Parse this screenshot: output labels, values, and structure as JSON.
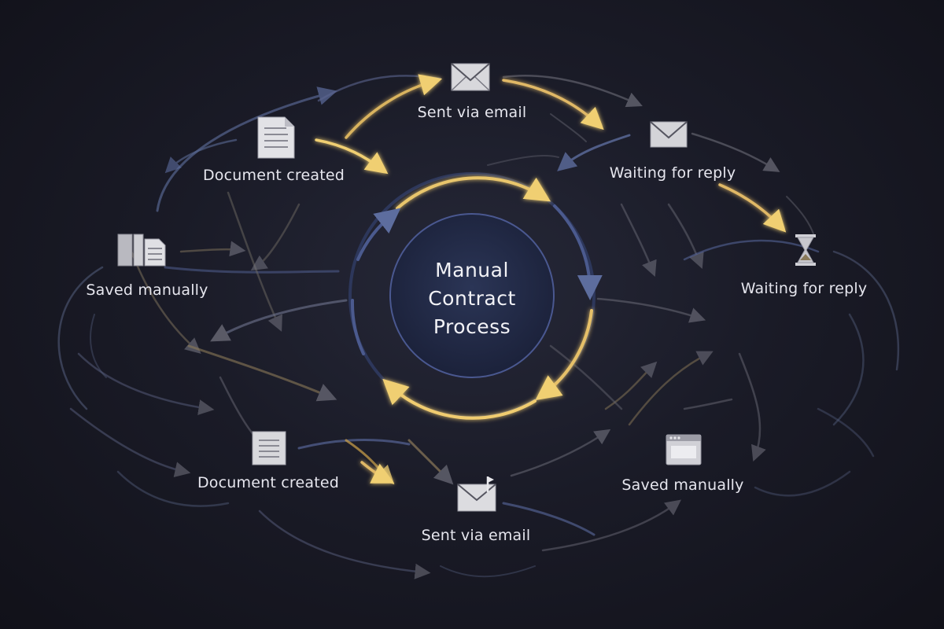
{
  "center": {
    "title_lines": [
      "Manual",
      "Contract",
      "Process"
    ]
  },
  "nodes": [
    {
      "id": "sent-top",
      "label": "Sent via email",
      "icon": "envelope-icon"
    },
    {
      "id": "doc-top",
      "label": "Document created",
      "icon": "document-icon"
    },
    {
      "id": "wait-top",
      "label": "Waiting for reply",
      "icon": "envelope-icon"
    },
    {
      "id": "saved-left",
      "label": "Saved manually",
      "icon": "folder-files-icon"
    },
    {
      "id": "wait-right",
      "label": "Waiting for reply",
      "icon": "hourglass-icon"
    },
    {
      "id": "doc-bottom",
      "label": "Document created",
      "icon": "document-icon"
    },
    {
      "id": "saved-right",
      "label": "Saved manually",
      "icon": "browser-window-icon"
    },
    {
      "id": "sent-bottom",
      "label": "Sent via email",
      "icon": "envelope-icon"
    }
  ],
  "colors": {
    "gold": "#e8c46a",
    "blue": "#5a6a9a",
    "gray": "#8a8a96",
    "ring": "#3a4670",
    "center_fill": "#232c48"
  }
}
